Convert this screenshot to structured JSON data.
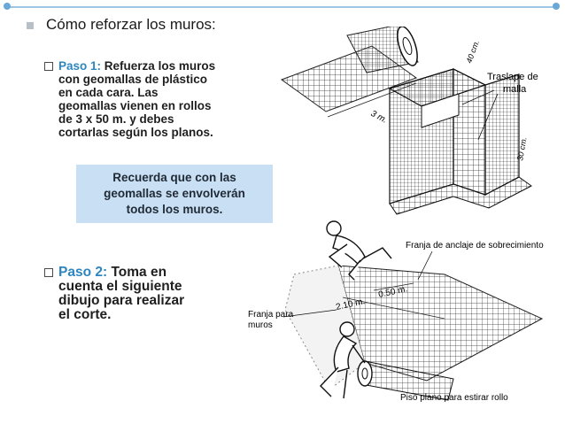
{
  "title": "Cómo reforzar los muros:",
  "step1": {
    "label": "Paso 1:",
    "lines": [
      "Refuerza los muros",
      "con geomallas de plástico",
      "en cada cara. Las",
      "geomallas vienen en rollos",
      "de 3 x 50 m. y debes",
      "cortarlas según los planos."
    ]
  },
  "note": {
    "lines": [
      "Recuerda que con las",
      "geomallas se envolverán",
      "todos los muros."
    ]
  },
  "step2": {
    "label": "Paso 2:",
    "lines": [
      "Toma en",
      "cuenta el siguiente",
      "dibujo para realizar",
      "el corte."
    ]
  },
  "figure1": {
    "roll_length": "3 m.",
    "dim_top": "40 cm.",
    "dim_side": "30 cm.",
    "overlap_label": [
      "Traslape de",
      "malla"
    ]
  },
  "figure2": {
    "anchor_strip": "Franja de anclaje de sobrecimiento",
    "wall_strip": [
      "Franja para",
      "muros"
    ],
    "dim_length": "2.10 m.",
    "dim_width": "0.50 m.",
    "floor": "Piso plano para estirar rollo"
  }
}
